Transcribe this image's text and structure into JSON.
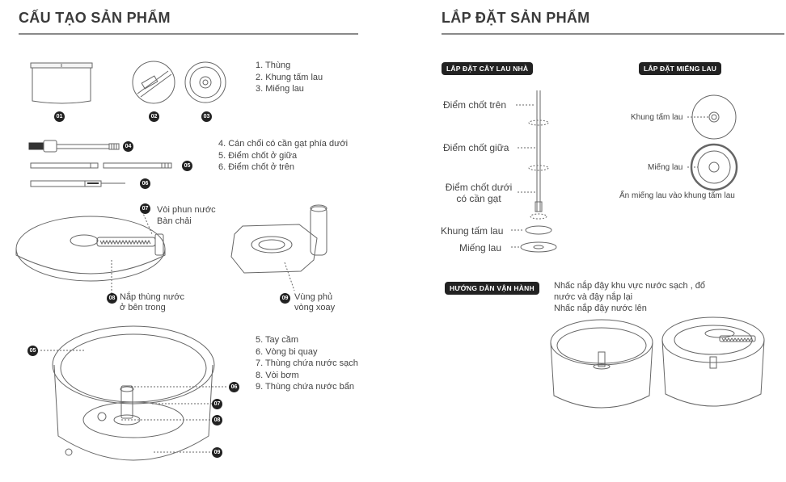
{
  "left": {
    "title": "CẤU TẠO SẢN PHẨM",
    "list_a": [
      "1. Thùng",
      "2. Khung tấm lau",
      "3. Miếng lau"
    ],
    "list_b": [
      "4. Cán chổi có cần gạt phía dưới",
      "5. Điểm chốt ở giữa",
      "6. Điểm chốt ở trên"
    ],
    "list_c": [
      "5. Tay cầm",
      "6. Vòng bi quay",
      "7. Thùng chứa nước sạch",
      "8. Vòi bơm",
      "9. Thùng chứa nước bẩn"
    ],
    "label_spray": "Vòi phun nước",
    "label_brush": "Bàn chải",
    "label_lid_1": "Nắp thùng nước",
    "label_lid_2": "ở bên trong",
    "label_ring_1": "Vùng phủ",
    "label_ring_2": "vòng xoay",
    "badges": {
      "b01": "01",
      "b02": "02",
      "b03": "03",
      "b04": "04",
      "b05": "05",
      "b06": "06",
      "b07": "07",
      "b08": "08",
      "b09": "09",
      "t05": "05",
      "t06": "06",
      "t07": "07",
      "t08": "08",
      "t09": "09"
    }
  },
  "right": {
    "title": "LẮP ĐẶT SẢN PHẨM",
    "pill_mop": "LẮP ĐẶT CÂY LAU NHÀ",
    "pill_pad": "LẮP ĐẶT MIẾNG LAU",
    "pill_guide": "HƯỚNG DẪN VẬN HÀNH",
    "mop_labels": {
      "top": "Điểm chốt trên",
      "middle": "Điểm chốt giữa",
      "bottom_1": "Điểm chốt dưới",
      "bottom_2": "có cần gạt",
      "frame": "Khung tấm lau",
      "pad": "Miếng lau"
    },
    "pad_labels": {
      "frame": "Khung tấm lau",
      "pad": "Miếng lau",
      "caption": "Ấn miếng lau vào khung tấm lau"
    },
    "guide_text": [
      "Nhấc nắp đậy khu vực nước sạch , đổ",
      "nước và đậy nắp lại",
      "Nhấc nắp đậy nước lên"
    ]
  }
}
